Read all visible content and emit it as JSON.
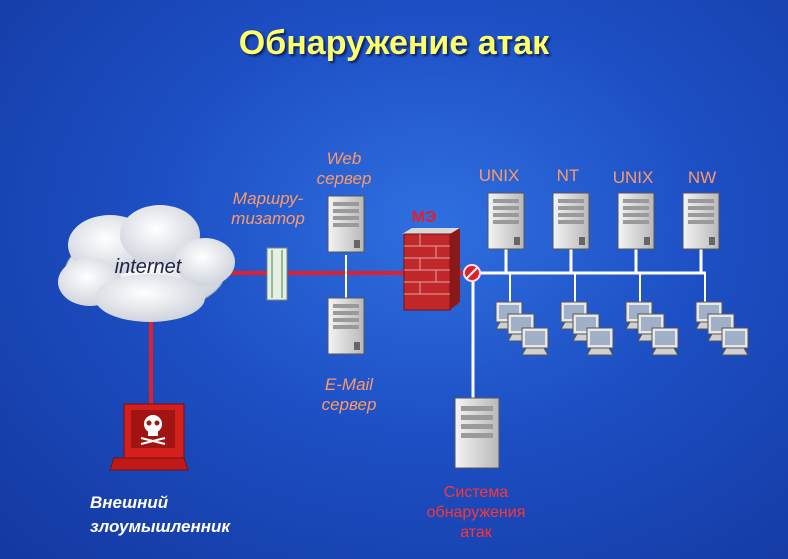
{
  "title": "Обнаружение атак",
  "cloud": {
    "label": "internet"
  },
  "router": {
    "label_line1": "Маршру-",
    "label_line2": "тизатор"
  },
  "web_server": {
    "label_line1": "Web",
    "label_line2": "сервер"
  },
  "mail_server": {
    "label_line1": "E-Mail",
    "label_line2": "сервер"
  },
  "firewall": {
    "label": "МЭ"
  },
  "servers": [
    {
      "label": "UNIX"
    },
    {
      "label": "NT"
    },
    {
      "label": "UNIX"
    },
    {
      "label": "NW"
    }
  ],
  "ids": {
    "label_line1": "Система",
    "label_line2": "обнаружения",
    "label_line3": "атак"
  },
  "attacker": {
    "label_line1": "Внешний",
    "label_line2": "злоумышленник"
  },
  "colors": {
    "link_red": "#e0202a",
    "link_white": "#ffffff",
    "title_yellow": "#ffff66",
    "label_orange": "#ff9966",
    "ids_red": "#ff3333",
    "firewall_brick": "#c0282a"
  },
  "icons": [
    "cloud-icon",
    "router-icon",
    "server-icon",
    "firewall-icon",
    "workstation-icon",
    "attacker-computer-icon",
    "skull-icon",
    "sensor-icon"
  ]
}
